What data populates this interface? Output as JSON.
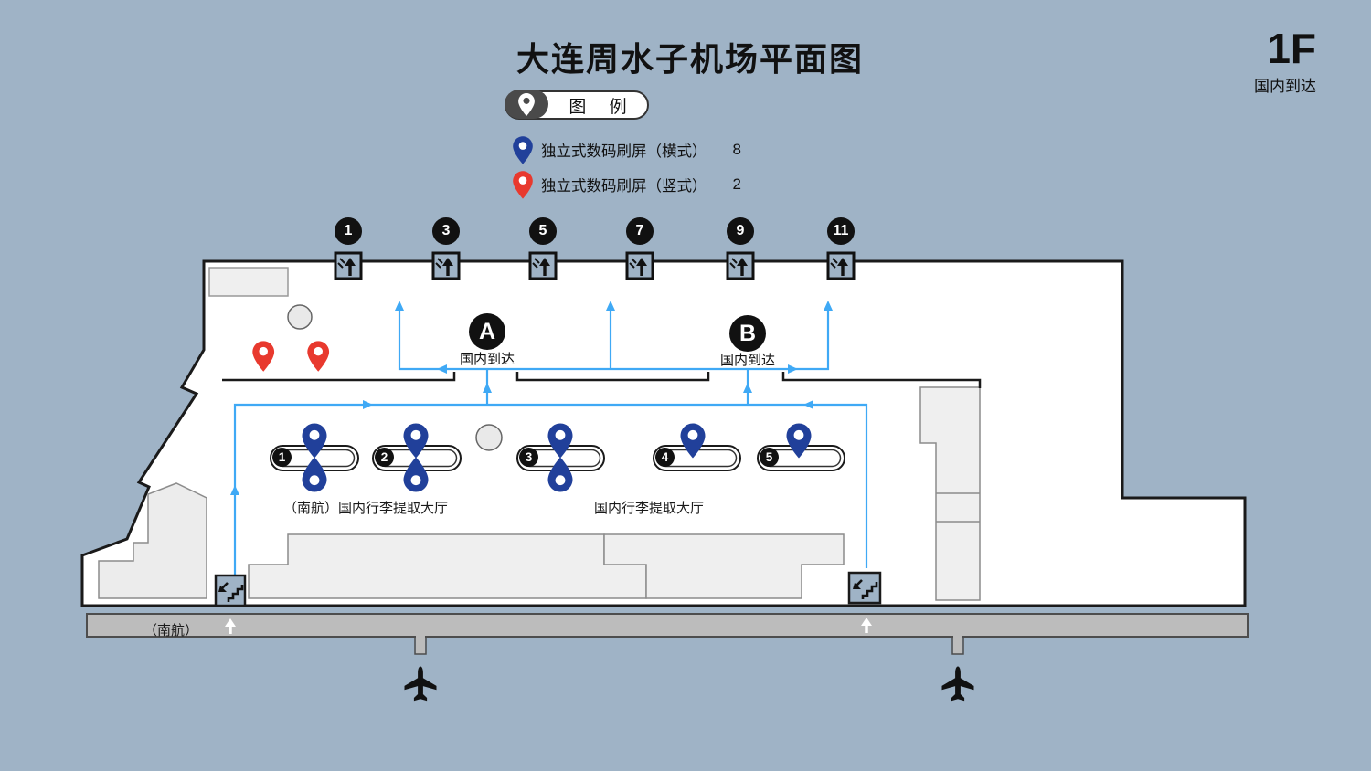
{
  "title": "大连周水子机场平面图",
  "floor": {
    "label": "1F",
    "sublabel": "国内到达"
  },
  "legend": {
    "title": "图 例",
    "items": [
      {
        "icon": "horizontal-screen-pin",
        "label": "独立式数码刷屏（横式）",
        "count": "8",
        "color": "#21409a"
      },
      {
        "icon": "vertical-screen-pin",
        "label": "独立式数码刷屏（竖式）",
        "count": "2",
        "color": "#e8392e"
      }
    ]
  },
  "gates": [
    {
      "number": "1"
    },
    {
      "number": "3"
    },
    {
      "number": "5"
    },
    {
      "number": "7"
    },
    {
      "number": "9"
    },
    {
      "number": "11"
    }
  ],
  "zones": [
    {
      "letter": "A",
      "label": "国内到达"
    },
    {
      "letter": "B",
      "label": "国内到达"
    }
  ],
  "carousels": [
    {
      "number": "1"
    },
    {
      "number": "2"
    },
    {
      "number": "3"
    },
    {
      "number": "4"
    },
    {
      "number": "5"
    }
  ],
  "halls": [
    {
      "label": "（南航）国内行李提取大厅"
    },
    {
      "label": "国内行李提取大厅"
    }
  ],
  "road": {
    "label": "（南航）"
  },
  "colors": {
    "background": "#9fb3c6",
    "flow_line": "#3fa9f5",
    "pin_blue": "#21409a",
    "pin_red": "#e8392e"
  }
}
